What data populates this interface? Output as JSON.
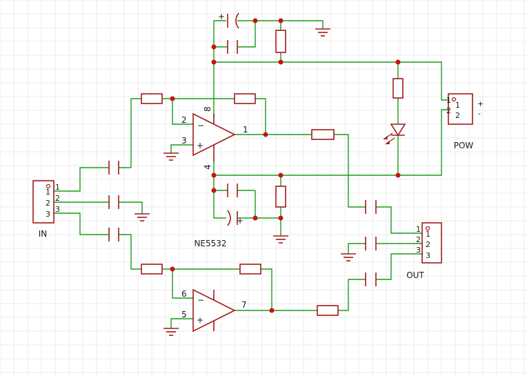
{
  "colors": {
    "background": "#ffffff",
    "grid": "#ebebeb",
    "wire": "#1a9a1a",
    "component": "#a01818",
    "junction": "#cc1111",
    "text": "#1a1a1a"
  },
  "labels": {
    "chip": "NE5532",
    "input_connector": "IN",
    "output_connector": "OUT",
    "power_connector": "POW",
    "power_plus": "+",
    "power_minus": "-",
    "cap_plus": "+"
  },
  "opamp_a": {
    "pin_minus": "2",
    "pin_plus": "3",
    "pin_out": "1",
    "pin_vcc": "8",
    "pin_gnd": "4",
    "sign_minus": "−",
    "sign_plus": "+"
  },
  "opamp_b": {
    "pin_minus": "6",
    "pin_plus": "5",
    "pin_out": "7",
    "sign_minus": "−",
    "sign_plus": "+"
  },
  "in_pins": {
    "p1_inner": "1",
    "p1_outer": "1",
    "p2_inner": "2",
    "p2_outer": "2",
    "p3_inner": "3",
    "p3_outer": "3"
  },
  "out_pins": {
    "p1_inner": "1",
    "p1_outer": "1",
    "p2_inner": "2",
    "p2_outer": "2",
    "p3_inner": "3",
    "p3_outer": "3"
  },
  "pow_pins": {
    "p1_inner": "1",
    "p1_outer": "1",
    "p2_inner": "2",
    "p2_outer": "2"
  }
}
